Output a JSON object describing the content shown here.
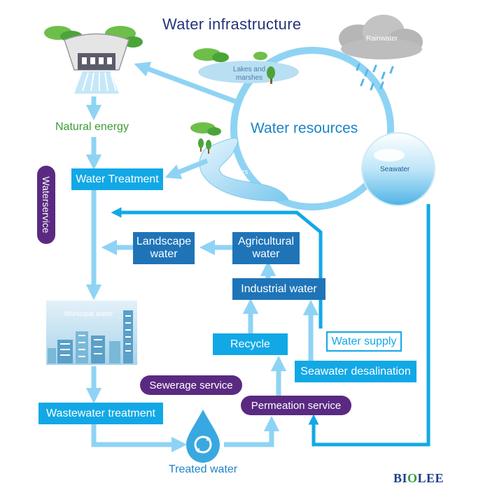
{
  "title": "Water infrastructure",
  "nodes": {
    "dam": "Dam",
    "rainwater": "Rainwater",
    "lakes_line1": "Lakes and",
    "lakes_line2": "marshes",
    "water_resources": "Water resources",
    "rivers": "Rivers",
    "seawater": "Seawater",
    "natural_energy": "Natural energy",
    "water_treatment": "Water Treatment",
    "landscape_line1": "Landscape",
    "landscape_line2": "water",
    "agricultural_line1": "Agricultural",
    "agricultural_line2": "water",
    "industrial_water": "Industrial water",
    "municipal_water": "Municipal water",
    "recycle": "Recycle",
    "water_supply": "Water supply",
    "seawater_desalination": "Seawater desalination",
    "wastewater_treatment": "Wastewater treatment",
    "treated_water": "Treated water"
  },
  "services": {
    "waterservice": "Waterservice",
    "sewerage": "Sewerage service",
    "permeation": "Permeation service"
  },
  "logo": {
    "prefix": "BI",
    "o": "O",
    "suffix": "LEE"
  },
  "colors": {
    "flow": "#8fd3f4",
    "flow_strong": "#12a8e6",
    "box_cyan": "#12a8e6",
    "box_dark": "#1f74b8",
    "service_purple": "#5a2a82",
    "green_text": "#3c9b3a",
    "title": "#25357a"
  }
}
